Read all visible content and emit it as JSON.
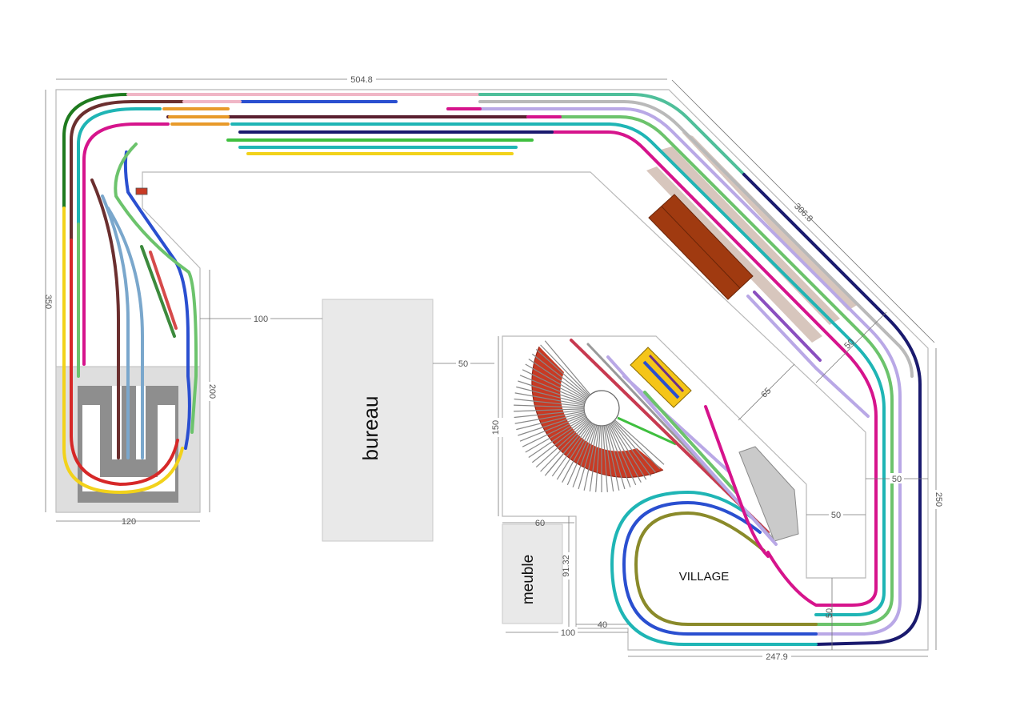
{
  "labels": {
    "bureau": "bureau",
    "meuble": "meuble",
    "village": "VILLAGE"
  },
  "dimensions": {
    "top_length": "504.8",
    "diagonal_length": "306.8",
    "left_height": "350",
    "left_bottom_width": "120",
    "gap_left_bureau": "100",
    "left_module_height": "200",
    "gap_bureau_village": "50",
    "village_height": "150",
    "meuble_width": "60",
    "meuble_height": "91.32",
    "gap_meuble": "40",
    "bottom_left_width": "100",
    "bottom_width": "247.9",
    "right_height": "250",
    "diag_depth": "65",
    "right_strip_width": "50",
    "right_inner_width": "50",
    "upper_diag_depth": "50",
    "bottom_small_depth": "50"
  },
  "colors": {
    "green_dark": "#1f7a1f",
    "red": "#d62828",
    "yellow": "#f2d21b",
    "brown": "#6b2f2f",
    "cyan": "#1fb5b5",
    "magenta": "#d6148c",
    "blue": "#2a4fd0",
    "navy": "#1a1a6e",
    "lightgreen": "#6cc36c",
    "olive": "#8a8a2a",
    "lavender": "#b9a8e6",
    "pink": "#f0b6c6",
    "orange": "#e89a2a",
    "steel": "#7aa7cc",
    "seafoam": "#4fbf9a",
    "building_brown": "#a03a10",
    "platform": "#d7c6bd",
    "turntable_red": "#c83a24",
    "yellow_box": "#f5c518"
  }
}
